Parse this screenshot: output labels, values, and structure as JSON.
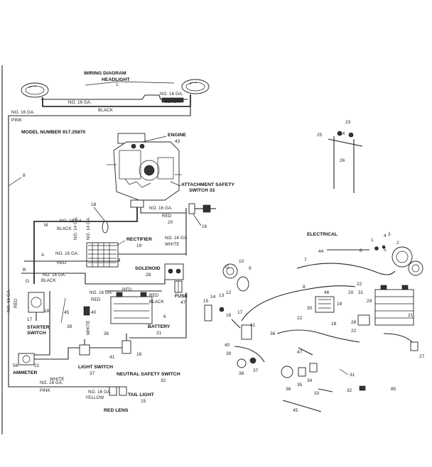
{
  "wiring": {
    "title": "WIRING DIAGRAM",
    "model": "MODEL NUMBER 917.25870",
    "headlight": "HEADLIGHT",
    "headlight_num": "1",
    "engine": "ENGINE",
    "engine_num": "43",
    "attachment_switch": "ATTACHMENT SAFETY",
    "attachment_switch2": "SWITCH 33",
    "rectifier": "RECTIFIER",
    "rectifier_num": "19",
    "solenoid": "SOLENOID",
    "solenoid_num": "28",
    "fuse": "FUSE",
    "fuse_num": "47",
    "battery": "BATTERY",
    "battery_num": "21",
    "starter_switch": "STARTER",
    "starter_switch2": "SWITCH",
    "ammeter": "AMMETER",
    "light_switch": "LIGHT SWITCH",
    "light_switch_num": "37",
    "neutral_switch": "NEUTRAL SAFETY SWITCH",
    "neutral_switch_num": "32",
    "tail_light": "TAIL LIGHT",
    "tail_light_num": "15",
    "red_lens": "RED LENS",
    "wires": {
      "no16_a": "NO. 16 GA.",
      "no16_b": "NO. 16 GA.",
      "no16_c": "NO. 16 GA.",
      "no16_d": "NO. 16 GA.",
      "no16_e": "NO. 16 GA.",
      "no16_f": "NO. 16 GA.",
      "no16_g": "NO. 16 GA.",
      "no16_h": "NO. 16 GA.",
      "no16_i": "NO. 16 GA.",
      "no16_j": "NO. 16 GA.",
      "no14_a": "NO. 14 GA.",
      "no14_b": "NO. 14 GA.",
      "black_a": "BLACK",
      "black_b": "BLACK",
      "black_c": "BLACK",
      "black_d": "BLACK",
      "black_e": "BLACK",
      "red_a": "RED",
      "red_b": "RED",
      "red_c": "RED",
      "red_d": "RED",
      "red_e": "RED",
      "red_f": "RED",
      "pink_a": "PINK",
      "pink_b": "PINK",
      "white_a": "WHITE",
      "white_b": "WHITE",
      "white_c": "WHITE",
      "yellow": "YELLOW"
    },
    "callouts": {
      "c18a": "18",
      "c18b": "18",
      "c18c": "18",
      "c20": "20",
      "c16": "16",
      "c8": "8",
      "cM": "M",
      "cA": "A",
      "cB": "B",
      "cG": "G",
      "c17": "17",
      "c45": "45",
      "c39": "39",
      "c40": "40",
      "c6": "6",
      "c56": "56",
      "c21": "21",
      "c41": "41",
      "c38": "38"
    }
  },
  "electrical": {
    "title": "ELECTRICAL",
    "callouts": {
      "e23": "23",
      "e25": "25",
      "e24": "24",
      "e26": "26",
      "e1": "1",
      "e2": "2",
      "e3": "3",
      "e4": "4",
      "e5": "5",
      "e44": "44",
      "e6": "6",
      "e7": "7",
      "e11": "11",
      "e10": "10",
      "e9": "9",
      "e14": "14",
      "e13": "13",
      "e12": "12",
      "e15": "15",
      "e16": "16",
      "e17": "17",
      "e8": "8",
      "e46": "46",
      "e20": "20",
      "e22a": "22",
      "e31": "31",
      "e19": "19",
      "e30": "30",
      "e29": "29",
      "e28": "28",
      "e22b": "22",
      "e36": "36",
      "e41": "41",
      "e40": "40",
      "e39": "39",
      "e38": "38",
      "e37": "37",
      "e18": "18",
      "e47": "47",
      "e36b": "36",
      "e35": "35",
      "e34": "34",
      "e33": "33",
      "e32": "32",
      "e31b": "31",
      "e27": "27",
      "e45": "45",
      "e21": "21"
    }
  }
}
